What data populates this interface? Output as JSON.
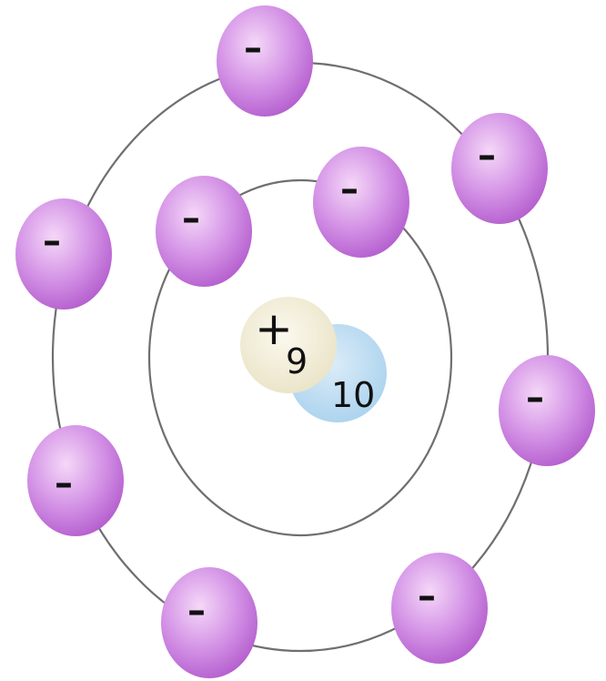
{
  "nucleus": {
    "proton_label": "+",
    "proton_count": "9",
    "neutron_count": "10",
    "proton_color": "#f3efd9",
    "neutron_color": "#bcdff4"
  },
  "electron": {
    "sign": "–",
    "color_light": "#efc9f3",
    "color_dark": "#b65fcf"
  },
  "shells": [
    {
      "name": "inner",
      "electron_count": 2
    },
    {
      "name": "outer",
      "electron_count": 7
    }
  ]
}
